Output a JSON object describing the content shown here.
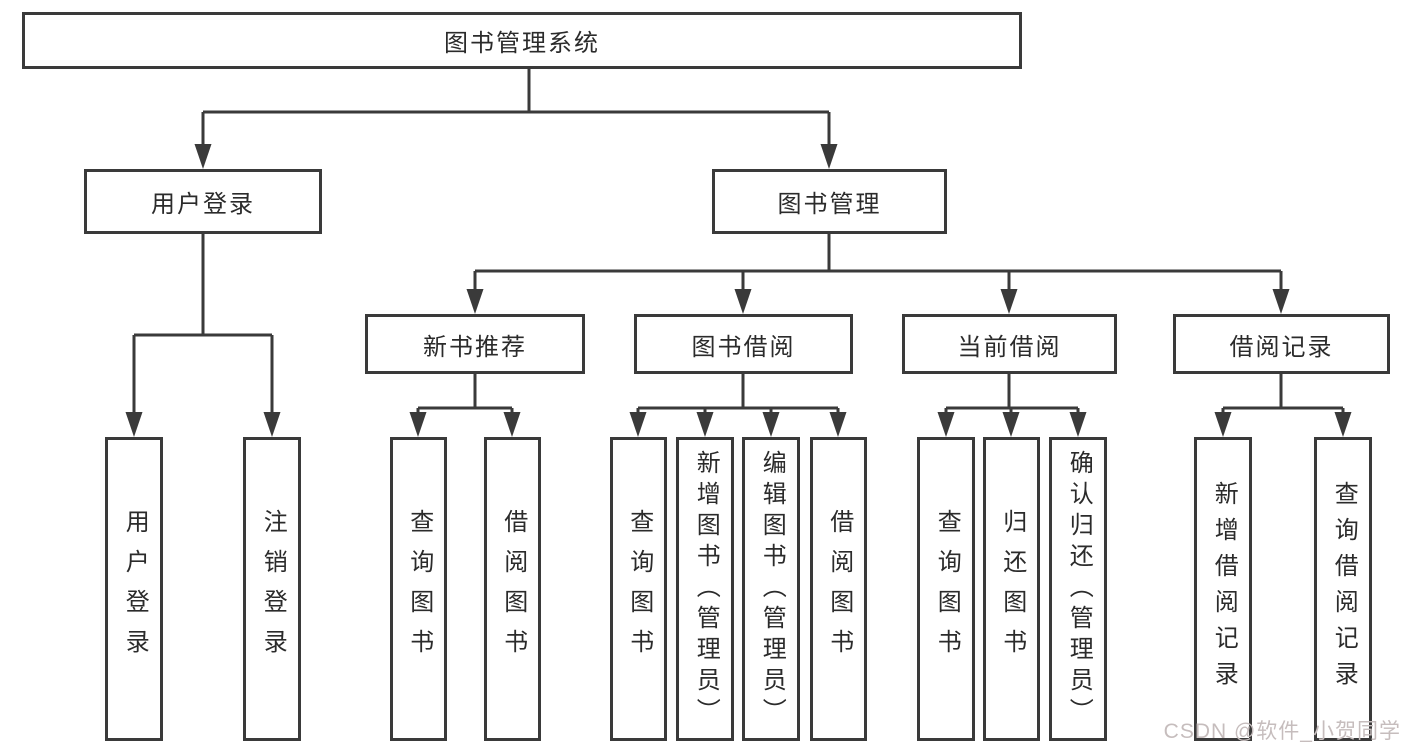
{
  "diagram": {
    "root": {
      "label": "图书管理系统"
    },
    "level2": [
      {
        "label": "用户登录"
      },
      {
        "label": "图书管理"
      }
    ],
    "level3": [
      {
        "label": "新书推荐"
      },
      {
        "label": "图书借阅"
      },
      {
        "label": "当前借阅"
      },
      {
        "label": "借阅记录"
      }
    ],
    "leaves": {
      "user_login": [
        {
          "label": "用户登录"
        },
        {
          "label": "注销登录"
        }
      ],
      "new_book": [
        {
          "label": "查询图书"
        },
        {
          "label": "借阅图书"
        }
      ],
      "book_borrow": [
        {
          "label": "查询图书"
        },
        {
          "label": "新增图书（管理员）"
        },
        {
          "label": "编辑图书（管理员）"
        },
        {
          "label": "借阅图书"
        }
      ],
      "current_borrow": [
        {
          "label": "查询图书"
        },
        {
          "label": "归还图书"
        },
        {
          "label": "确认归还（管理员）"
        }
      ],
      "borrow_record": [
        {
          "label": "新增借阅记录"
        },
        {
          "label": "查询借阅记录"
        }
      ]
    }
  },
  "watermark": {
    "text": "CSDN @软件_小贺同学"
  },
  "colors": {
    "line": "#3a3a3a",
    "text": "#2b2b2b",
    "watermark": "#c6bdbd",
    "background": "#ffffff"
  }
}
